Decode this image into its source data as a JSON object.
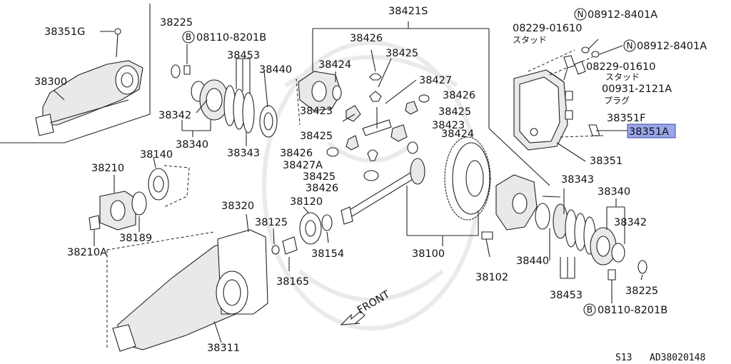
{
  "diagram": {
    "labels": {
      "p38351G": "38351G",
      "p38300": "38300",
      "p38225a": "38225",
      "p08110a": "08110-8201B",
      "p38453a": "38453",
      "p38440a": "38440",
      "p38342a": "38342",
      "p38340a": "38340",
      "p38343a": "38343",
      "p38421S": "38421S",
      "p38426a": "38426",
      "p38425a": "38425",
      "p38424a": "38424",
      "p38427": "38427",
      "p38426b": "38426",
      "p38423a": "38423",
      "p38425b": "38425",
      "p38425c": "38425",
      "p38423b": "38423",
      "p38424b": "38424",
      "p38426c": "38426",
      "p38427A": "38427A",
      "p38425d": "38425",
      "p38426d": "38426",
      "p08229a": "08229-01610",
      "stud_a": "スタッド",
      "p08912a": "08912-8401A",
      "p08912b": "08912-8401A",
      "p08229b": "08229-01610",
      "stud_b": "スタッド",
      "p00931": "00931-2121A",
      "plug": "プラグ",
      "p38351F": "38351F",
      "p38351A": "38351A",
      "p38351": "38351",
      "p38140": "38140",
      "p38210": "38210",
      "p38189": "38189",
      "p38210A": "38210A",
      "p38320": "38320",
      "p38125": "38125",
      "p38120": "38120",
      "p38154": "38154",
      "p38165": "38165",
      "p38311": "38311",
      "p38100": "38100",
      "p38102": "38102",
      "p38343b": "38343",
      "p38440b": "38440",
      "p38340b": "38340",
      "p38342b": "38342",
      "p38453b": "38453",
      "p38225b": "38225",
      "p08110b": "08110-8201B",
      "front": "FRONT",
      "circ_N": "N",
      "circ_B": "B"
    },
    "footer": {
      "model": "S13",
      "code": "AD38020148"
    },
    "highlight_color": "#9aa6e8"
  }
}
